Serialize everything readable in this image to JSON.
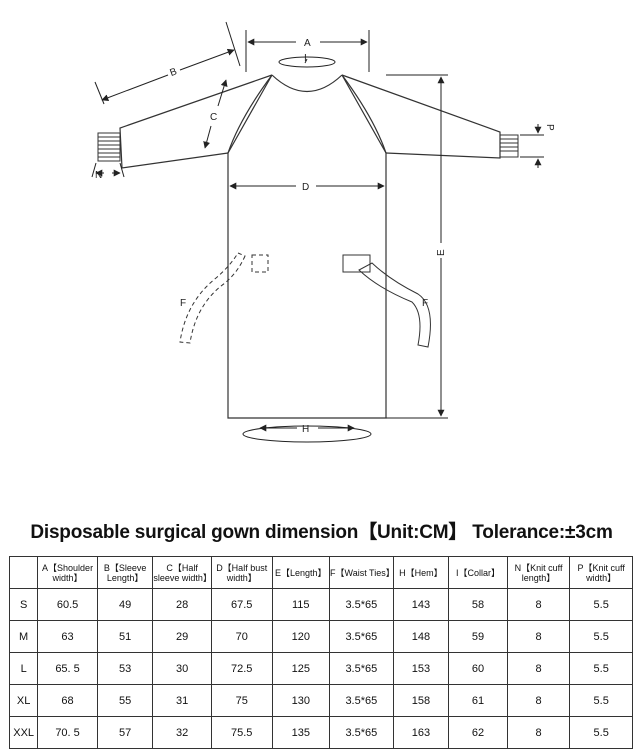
{
  "diagram": {
    "labels": {
      "A": "A",
      "B": "B",
      "C": "C",
      "D": "D",
      "E": "E",
      "F_left": "F",
      "F_right": "F",
      "H": "H",
      "I": "I",
      "N": "N",
      "P": "P"
    }
  },
  "title": "Disposable surgical gown dimension【Unit:CM】 Tolerance:±3cm",
  "table": {
    "headers": [
      "",
      "A【Shoulder width】",
      "B【Sleeve Length】",
      "C【Half sleeve width】",
      "D【Half bust width】",
      "E【Length】",
      "F【Waist Ties】",
      "H【Hem】",
      "I【Collar】",
      "N【Knit cuff length】",
      "P【Knit cuff width】"
    ],
    "rows": [
      [
        "S",
        "60.5",
        "49",
        "28",
        "67.5",
        "115",
        "3.5*65",
        "143",
        "58",
        "8",
        "5.5"
      ],
      [
        "M",
        "63",
        "51",
        "29",
        "70",
        "120",
        "3.5*65",
        "148",
        "59",
        "8",
        "5.5"
      ],
      [
        "L",
        "65. 5",
        "53",
        "30",
        "72.5",
        "125",
        "3.5*65",
        "153",
        "60",
        "8",
        "5.5"
      ],
      [
        "XL",
        "68",
        "55",
        "31",
        "75",
        "130",
        "3.5*65",
        "158",
        "61",
        "8",
        "5.5"
      ],
      [
        "XXL",
        "70. 5",
        "57",
        "32",
        "75.5",
        "135",
        "3.5*65",
        "163",
        "62",
        "8",
        "5.5"
      ]
    ]
  }
}
